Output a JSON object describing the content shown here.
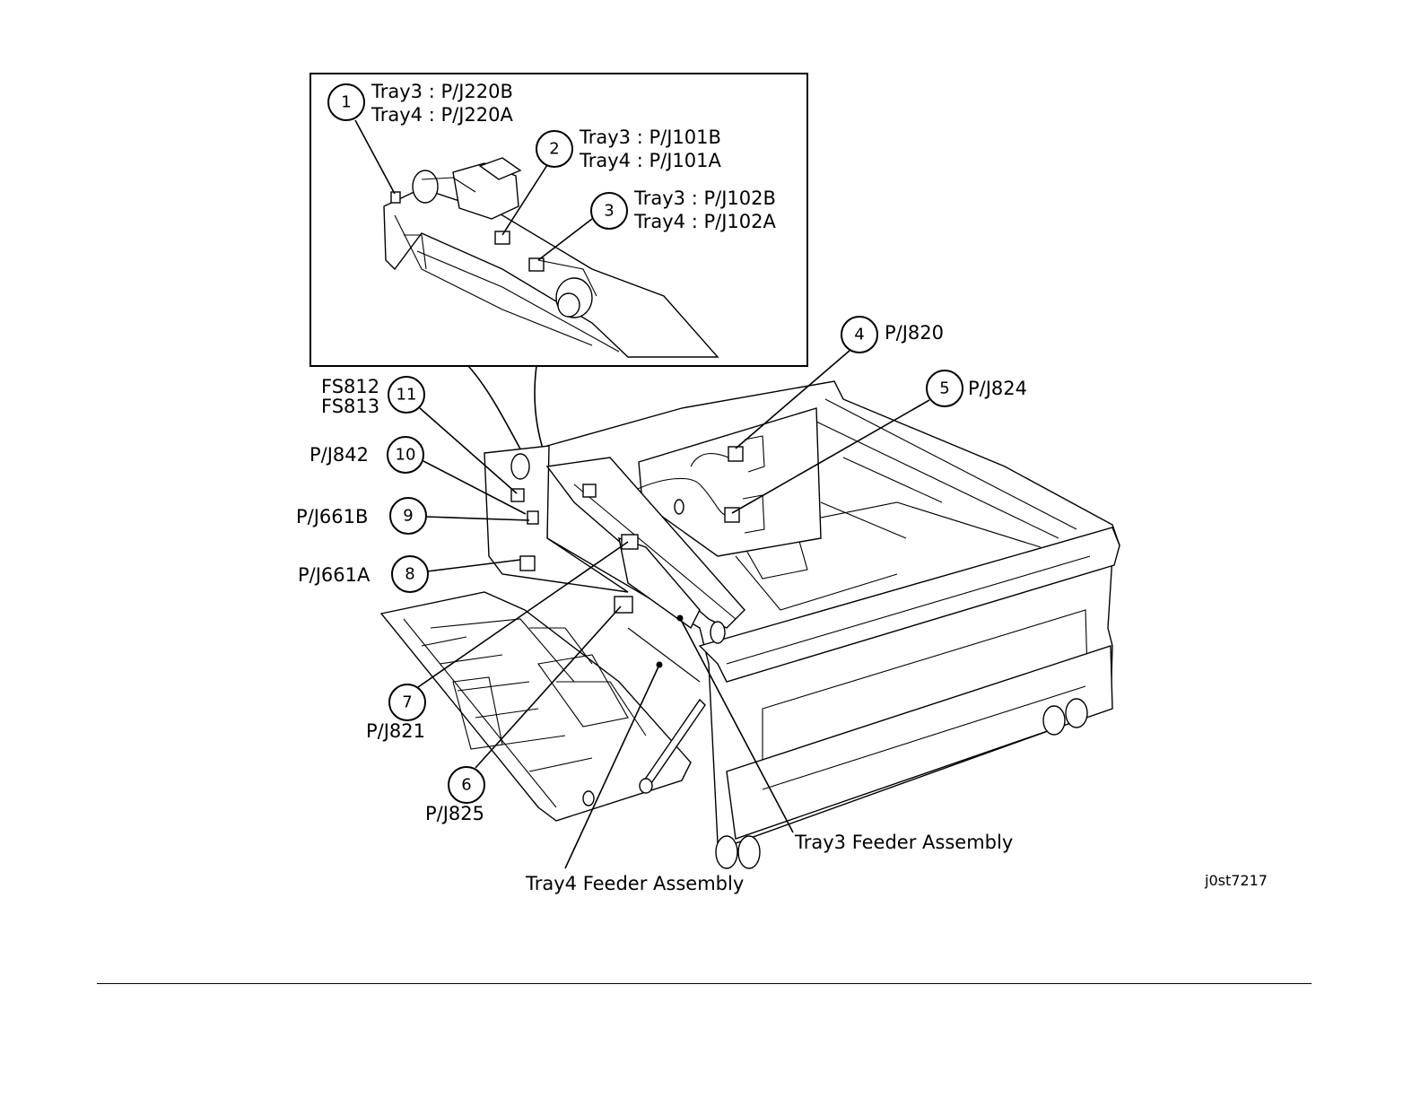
{
  "callouts": [
    {
      "number": "1",
      "lines": [
        "Tray3 : P/J220B",
        "Tray4 : P/J220A"
      ]
    },
    {
      "number": "2",
      "lines": [
        "Tray3 : P/J101B",
        "Tray4 : P/J101A"
      ]
    },
    {
      "number": "3",
      "lines": [
        "Tray3 : P/J102B",
        "Tray4 : P/J102A"
      ]
    },
    {
      "number": "4",
      "lines": [
        "P/J820"
      ]
    },
    {
      "number": "5",
      "lines": [
        "P/J824"
      ]
    },
    {
      "number": "6",
      "lines": [
        "P/J825"
      ]
    },
    {
      "number": "7",
      "lines": [
        "P/J821"
      ]
    },
    {
      "number": "8",
      "lines": [
        "P/J661A"
      ]
    },
    {
      "number": "9",
      "lines": [
        "P/J661B"
      ]
    },
    {
      "number": "10",
      "lines": [
        "P/J842"
      ]
    },
    {
      "number": "11",
      "lines": [
        "FS812",
        "FS813"
      ]
    }
  ],
  "assemblies": {
    "tray3": "Tray3 Feeder Assembly",
    "tray4": "Tray4 Feeder Assembly"
  },
  "figure_code": "j0st7217"
}
